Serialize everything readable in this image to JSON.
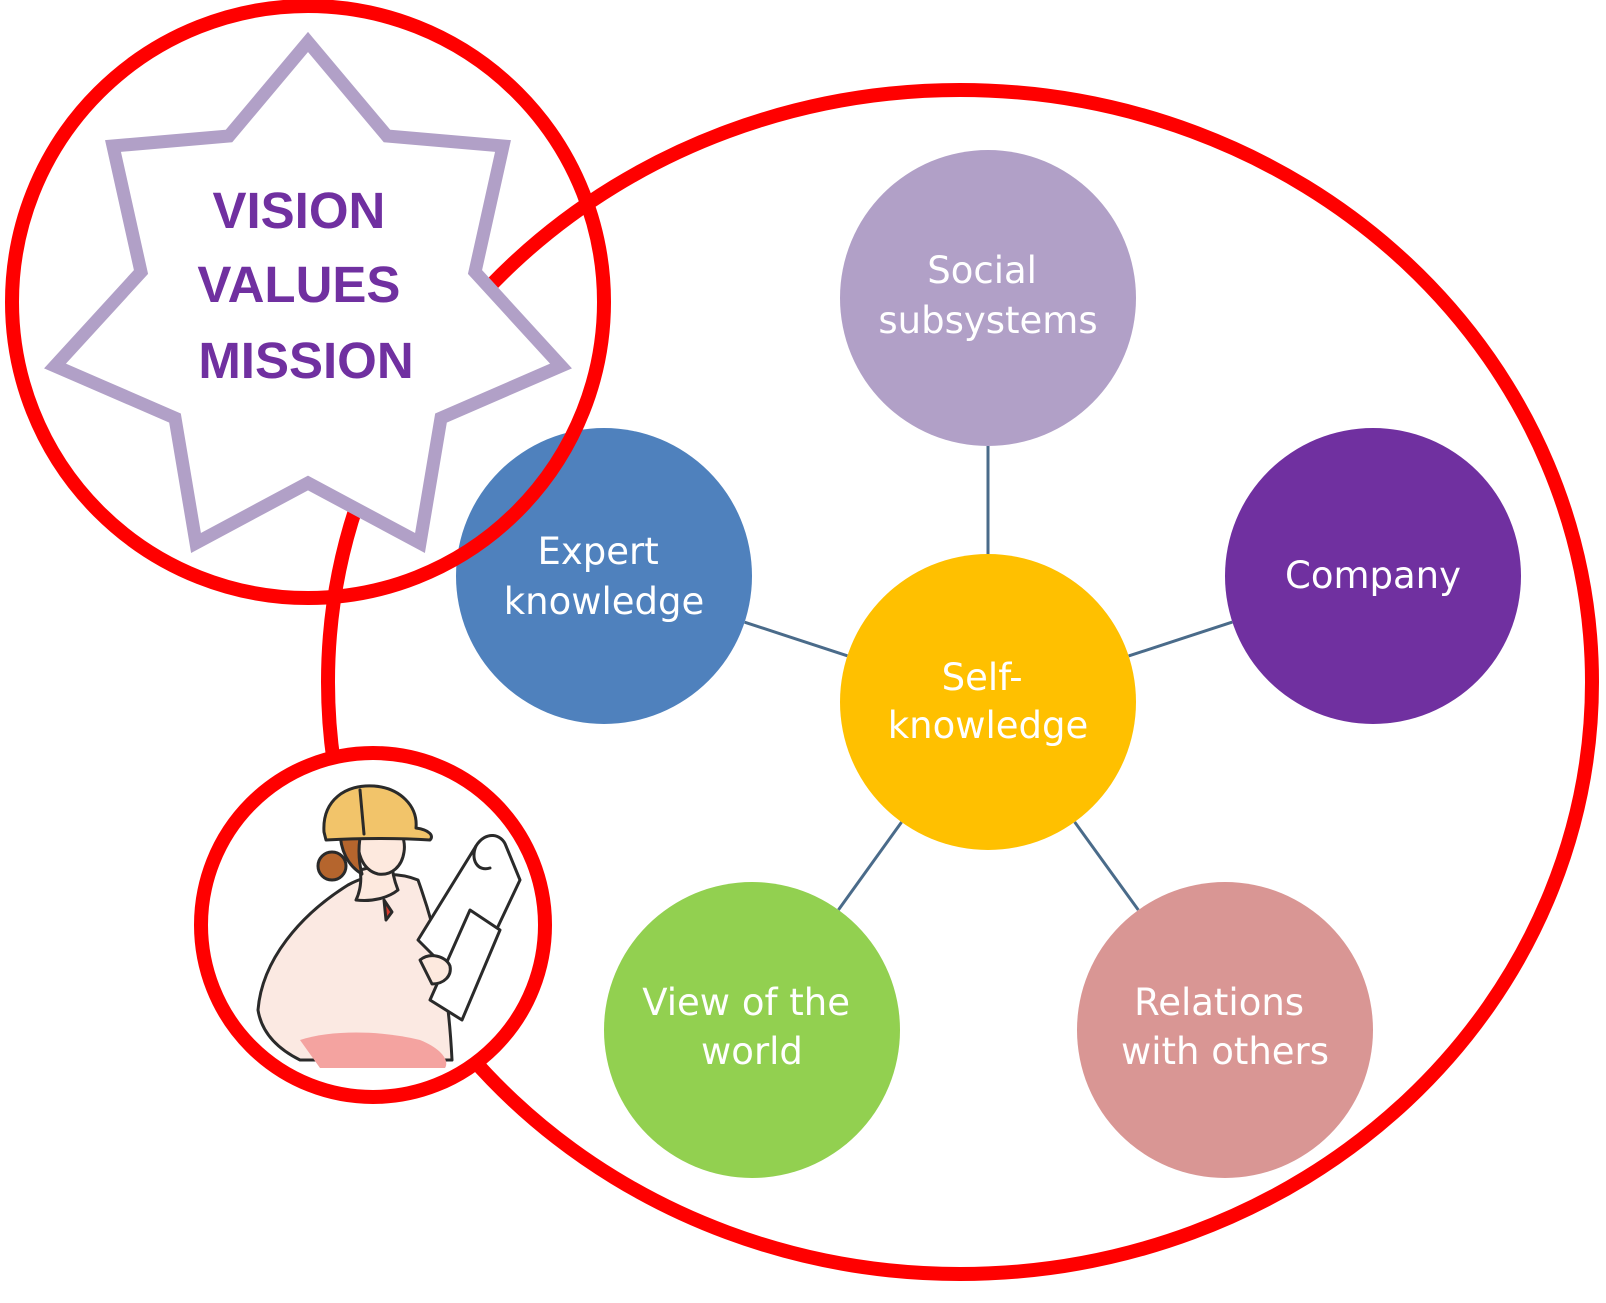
{
  "vision_star": {
    "lines": [
      "VISION",
      "VALUES",
      "MISSION"
    ],
    "text_color": "#7030a0",
    "outline_color": "#b1a0c7"
  },
  "frame_color": "#ff0000",
  "connector_color": "#4a6b8a",
  "center_node": {
    "lines": [
      "Self-",
      "knowledge"
    ],
    "color": "#ffc000"
  },
  "nodes": [
    {
      "id": "social-subsystems",
      "lines": [
        "Social",
        "subsystems"
      ],
      "color": "#b1a0c7"
    },
    {
      "id": "company",
      "lines": [
        "Company"
      ],
      "color": "#7030a0"
    },
    {
      "id": "relations-with-others",
      "lines": [
        "Relations",
        "with others"
      ],
      "color": "#d99694"
    },
    {
      "id": "view-of-the-world",
      "lines": [
        "View of the",
        "world"
      ],
      "color": "#92d050"
    },
    {
      "id": "expert-knowledge",
      "lines": [
        "Expert",
        "knowledge"
      ],
      "color": "#4f81bd"
    }
  ],
  "illustration": {
    "icon": "engineer-with-blueprints-icon"
  }
}
